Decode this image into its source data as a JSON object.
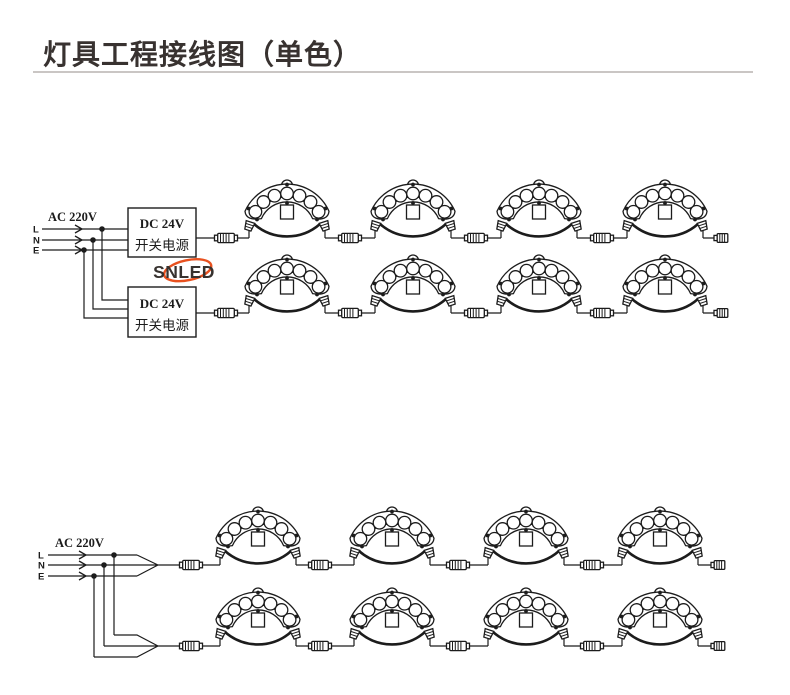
{
  "title": "灯具工程接线图（单色）",
  "colors": {
    "line": "#1c1c1c",
    "accent_swoosh": "#e8511f",
    "title_text": "#383230",
    "divider": "#cac6c4"
  },
  "top_diagram": {
    "input_label": "AC 220V",
    "wire_labels": [
      "L",
      "N",
      "E"
    ],
    "psu_boxes": [
      {
        "line1": "DC 24V",
        "line2": "开关电源"
      },
      {
        "line1": "DC 24V",
        "line2": "开关电源"
      }
    ],
    "logo_text": "SNLED",
    "rows": 2,
    "lamps_per_row": 4
  },
  "bottom_diagram": {
    "input_label": "AC 220V",
    "wire_labels": [
      "L",
      "N",
      "E"
    ],
    "rows": 2,
    "lamps_per_row": 4
  }
}
